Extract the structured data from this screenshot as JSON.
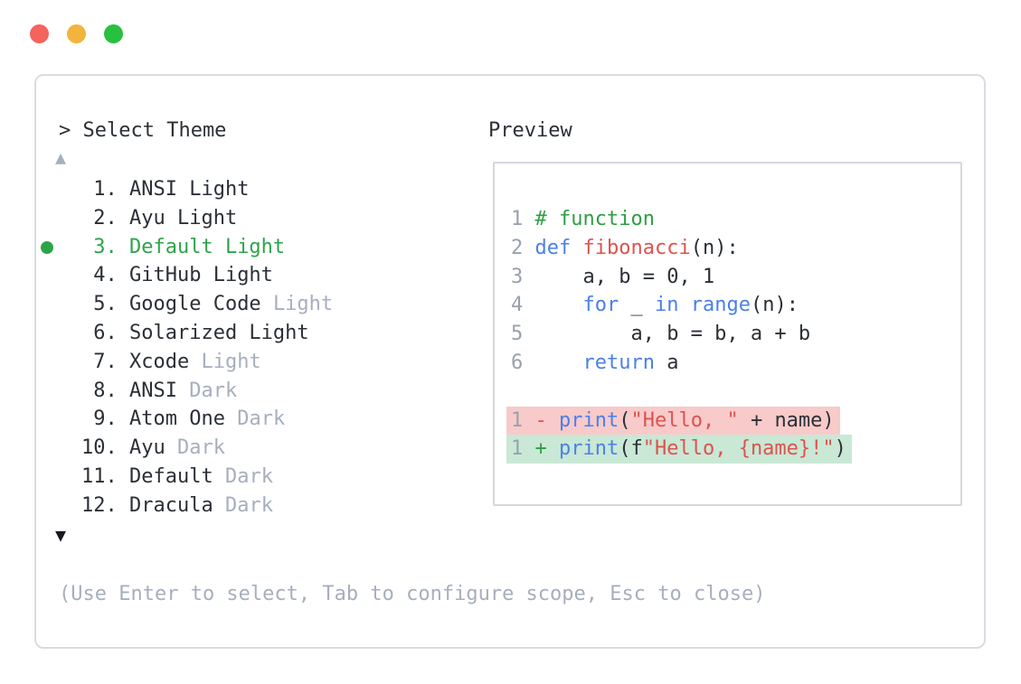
{
  "colors": {
    "text-dark": "#2b3036",
    "text-gray": "#a6afbe",
    "lineno-gray": "#98a1ae",
    "accent-green": "#2ea44a",
    "comment-green": "#2f9e44",
    "keyword-blue": "#4b80e8",
    "function-red": "#de534d",
    "string-red": "#de534d",
    "diff-minus": "#de534d",
    "diff-plus": "#2f9e44",
    "diff-removed-bg": "#f8caca",
    "diff-added-bg": "#c9e8d5",
    "traffic-red": "#f4645d",
    "traffic-yellow": "#f2b43c",
    "traffic-green": "#27c13f",
    "window-border": "#d9dce2",
    "preview-border": "#d4d8de"
  },
  "theme_picker": {
    "prompt": "> Select Theme",
    "scroll_up_icon": "▲",
    "scroll_down_icon": "▼",
    "hint": "(Use Enter to select, Tab to configure scope, Esc to close)",
    "items": [
      {
        "num": "1",
        "main": "ANSI Light",
        "suffix": "",
        "selected": false
      },
      {
        "num": "2",
        "main": "Ayu Light",
        "suffix": "",
        "selected": false
      },
      {
        "num": "3",
        "main": "Default Light",
        "suffix": "",
        "selected": true
      },
      {
        "num": "4",
        "main": "GitHub Light",
        "suffix": "",
        "selected": false
      },
      {
        "num": "5",
        "main": "Google Code",
        "suffix": "Light",
        "selected": false
      },
      {
        "num": "6",
        "main": "Solarized Light",
        "suffix": "",
        "selected": false
      },
      {
        "num": "7",
        "main": "Xcode",
        "suffix": "Light",
        "selected": false
      },
      {
        "num": "8",
        "main": "ANSI",
        "suffix": "Dark",
        "selected": false
      },
      {
        "num": "9",
        "main": "Atom One",
        "suffix": "Dark",
        "selected": false
      },
      {
        "num": "10",
        "main": "Ayu",
        "suffix": "Dark",
        "selected": false
      },
      {
        "num": "11",
        "main": "Default",
        "suffix": "Dark",
        "selected": false
      },
      {
        "num": "12",
        "main": "Dracula",
        "suffix": "Dark",
        "selected": false
      }
    ]
  },
  "preview": {
    "label": "Preview",
    "code_lines": [
      {
        "lineno": "1",
        "tokens": [
          {
            "t": "# function",
            "c": "com"
          }
        ]
      },
      {
        "lineno": "2",
        "tokens": [
          {
            "t": "def",
            "c": "kw"
          },
          {
            "t": " ",
            "c": "plain"
          },
          {
            "t": "fibonacci",
            "c": "fn"
          },
          {
            "t": "(n):",
            "c": "plain"
          }
        ]
      },
      {
        "lineno": "3",
        "tokens": [
          {
            "t": "    a, b = 0, 1",
            "c": "plain"
          }
        ]
      },
      {
        "lineno": "4",
        "tokens": [
          {
            "t": "    ",
            "c": "plain"
          },
          {
            "t": "for",
            "c": "kw"
          },
          {
            "t": " _ ",
            "c": "plain"
          },
          {
            "t": "in",
            "c": "kw"
          },
          {
            "t": " ",
            "c": "plain"
          },
          {
            "t": "range",
            "c": "kw"
          },
          {
            "t": "(n):",
            "c": "plain"
          }
        ]
      },
      {
        "lineno": "5",
        "tokens": [
          {
            "t": "        a, b = b, a + b",
            "c": "plain"
          }
        ]
      },
      {
        "lineno": "6",
        "tokens": [
          {
            "t": "    ",
            "c": "plain"
          },
          {
            "t": "return",
            "c": "kw"
          },
          {
            "t": " a",
            "c": "plain"
          }
        ]
      },
      {
        "blank": true
      },
      {
        "lineno": "1",
        "diff": "removed",
        "tokens": [
          {
            "t": "-",
            "c": "minus"
          },
          {
            "t": " ",
            "c": "plain"
          },
          {
            "t": "print",
            "c": "kw"
          },
          {
            "t": "(",
            "c": "plain"
          },
          {
            "t": "\"Hello, \"",
            "c": "str"
          },
          {
            "t": " + name)",
            "c": "plain"
          }
        ]
      },
      {
        "lineno": "1",
        "diff": "added",
        "tokens": [
          {
            "t": "+",
            "c": "plus"
          },
          {
            "t": " ",
            "c": "plain"
          },
          {
            "t": "print",
            "c": "kw"
          },
          {
            "t": "(f",
            "c": "plain"
          },
          {
            "t": "\"Hello, {name}!\"",
            "c": "str"
          },
          {
            "t": ")",
            "c": "plain"
          }
        ]
      }
    ]
  }
}
